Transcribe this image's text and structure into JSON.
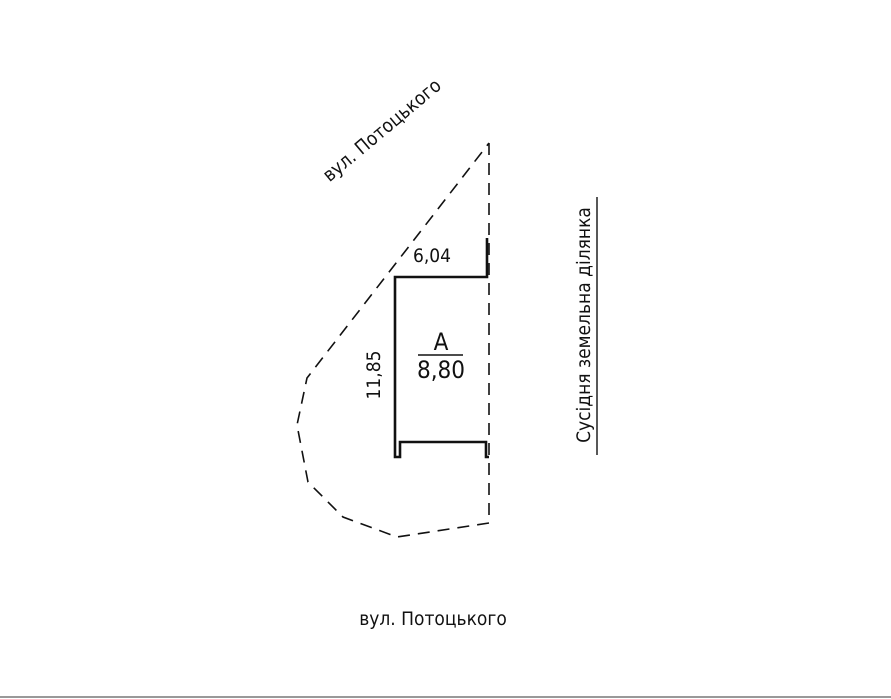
{
  "street_top": "вул. Потоцького",
  "street_bottom": "вул. Потоцького",
  "neighbor_label": "Сусідня земельна ділянка",
  "building": {
    "letter": "А",
    "height": "8,80",
    "width_dim": "6,04",
    "length_dim": "11,85"
  },
  "colors": {
    "line": "#111111",
    "background": "#ffffff"
  }
}
